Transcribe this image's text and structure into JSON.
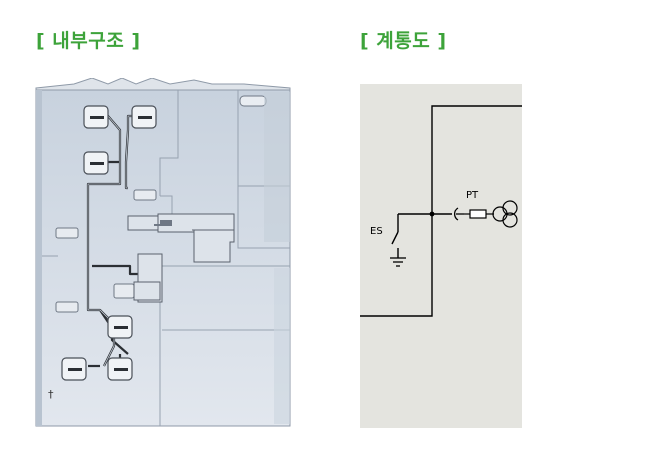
{
  "headings": {
    "internal_structure": "[ 내부구조 ]",
    "single_line_diagram": "[ 계통도 ]"
  },
  "schematic": {
    "pt_label": "PT",
    "es_label": "ES"
  },
  "colors": {
    "heading_green": "#3da33a",
    "cabinet_fill": "#cfd8e3",
    "cabinet_stroke": "#8f9aa8",
    "diagram_bg": "#e4e4df",
    "line_black": "#000000"
  },
  "icons": [
    "ground-icon",
    "switch-icon",
    "fuse-icon",
    "transformer-icon",
    "bushing-icon"
  ]
}
